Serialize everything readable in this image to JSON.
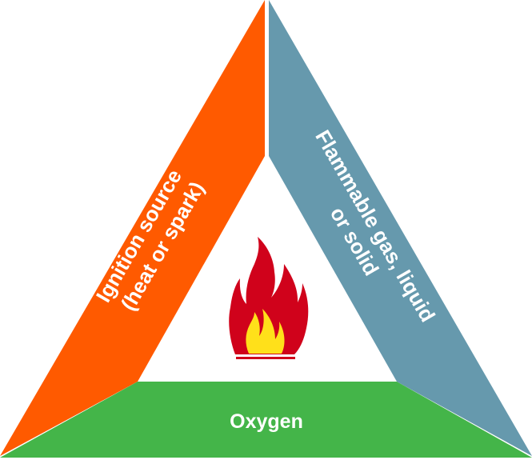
{
  "diagram": {
    "sides": {
      "ignition": {
        "line1": "Ignition source",
        "line2": "(heat or spark)",
        "color": "#ff5a00"
      },
      "fuel": {
        "line1": "Flammable gas, liquid",
        "line2": "or solid",
        "color": "#6699ad"
      },
      "oxygen": {
        "line1": "Oxygen",
        "color": "#44b549"
      }
    },
    "center": {
      "icon": "fire-icon",
      "colors": {
        "flame_outer": "#d0021b",
        "flame_inner": "#ffe01a"
      }
    }
  }
}
